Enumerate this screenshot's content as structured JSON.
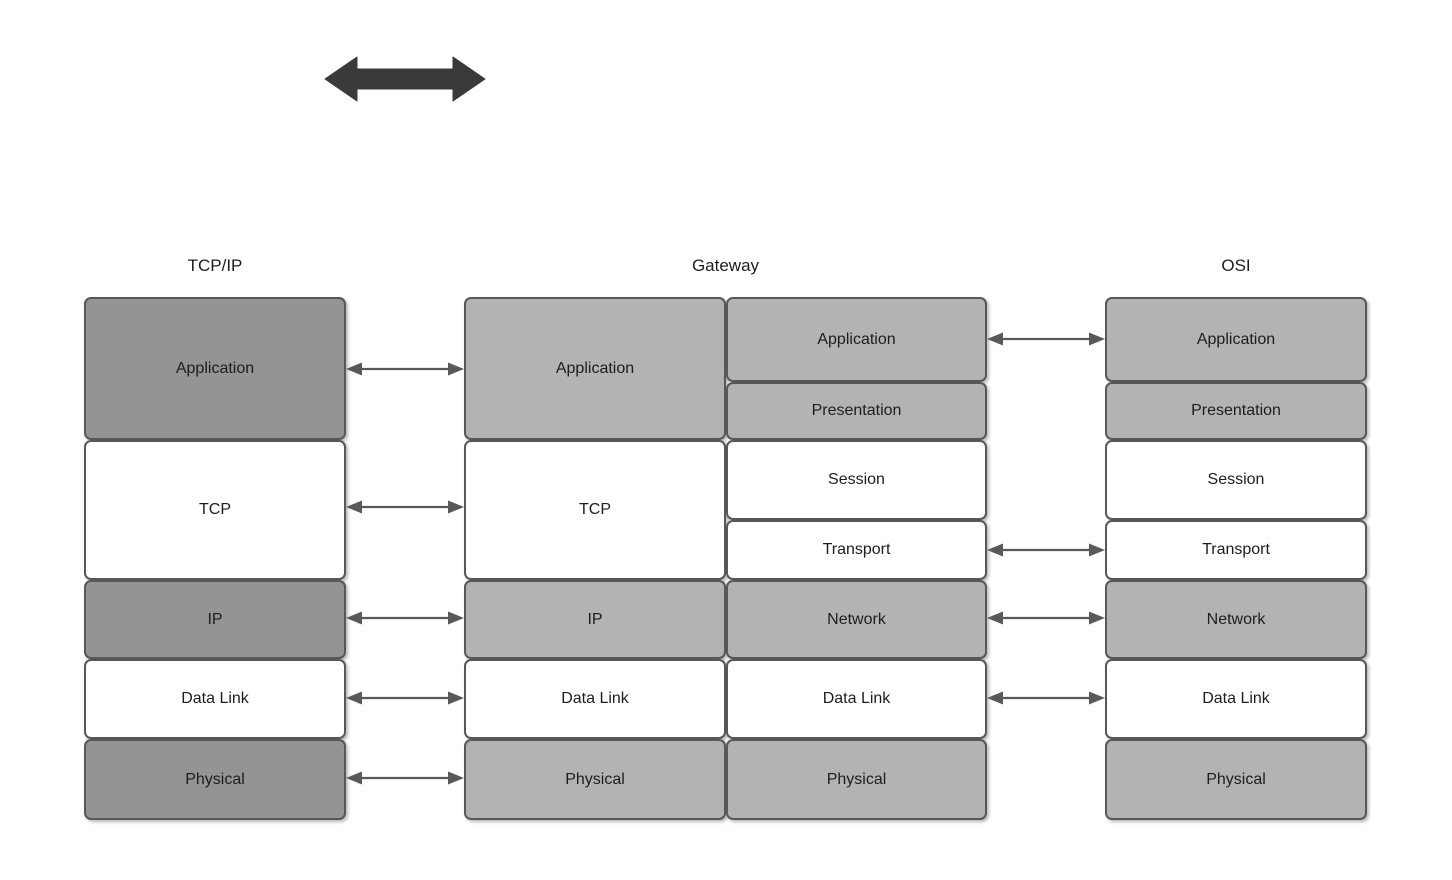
{
  "diagram": {
    "title_tcpip": "TCP/IP",
    "title_gateway": "Gateway",
    "title_osi": "OSI",
    "colors": {
      "gray_dark": "#949494",
      "gray_light": "#b3b3b3",
      "white": "#ffffff",
      "border": "#585858",
      "arrow": "#595959",
      "big_arrow": "#3a3a3a"
    }
  },
  "tcpip_stack": [
    {
      "label": "Application",
      "fill": "gray-dark"
    },
    {
      "label": "TCP",
      "fill": "white"
    },
    {
      "label": "IP",
      "fill": "gray-dark"
    },
    {
      "label": "Data Link",
      "fill": "white"
    },
    {
      "label": "Physical",
      "fill": "gray-dark"
    }
  ],
  "gateway_left_stack": [
    {
      "label": "Application",
      "fill": "gray-light"
    },
    {
      "label": "TCP",
      "fill": "white"
    },
    {
      "label": "IP",
      "fill": "gray-light"
    },
    {
      "label": "Data Link",
      "fill": "white"
    },
    {
      "label": "Physical",
      "fill": "gray-light"
    }
  ],
  "gateway_right_stack": [
    {
      "label": "Application",
      "fill": "gray-light"
    },
    {
      "label": "Presentation",
      "fill": "gray-light"
    },
    {
      "label": "Session",
      "fill": "white"
    },
    {
      "label": "Transport",
      "fill": "white"
    },
    {
      "label": "Network",
      "fill": "gray-light"
    },
    {
      "label": "Data Link",
      "fill": "white"
    },
    {
      "label": "Physical",
      "fill": "gray-light"
    }
  ],
  "osi_stack": [
    {
      "label": "Application",
      "fill": "gray-light"
    },
    {
      "label": "Presentation",
      "fill": "gray-light"
    },
    {
      "label": "Session",
      "fill": "white"
    },
    {
      "label": "Transport",
      "fill": "white"
    },
    {
      "label": "Network",
      "fill": "gray-light"
    },
    {
      "label": "Data Link",
      "fill": "white"
    },
    {
      "label": "Physical",
      "fill": "gray-light"
    }
  ],
  "left_connectors": [
    {
      "pairs": "Application - Application"
    },
    {
      "pairs": "TCP - TCP"
    },
    {
      "pairs": "IP - IP"
    },
    {
      "pairs": "Data Link - Data Link"
    },
    {
      "pairs": "Physical - Physical"
    }
  ],
  "right_connectors": [
    {
      "pairs": "Application - Application"
    },
    {
      "pairs": "Transport - Transport"
    },
    {
      "pairs": "Network - Network"
    },
    {
      "pairs": "Data Link - Data Link"
    }
  ],
  "top_arrow": {
    "name": "bidirectional-arrow"
  }
}
